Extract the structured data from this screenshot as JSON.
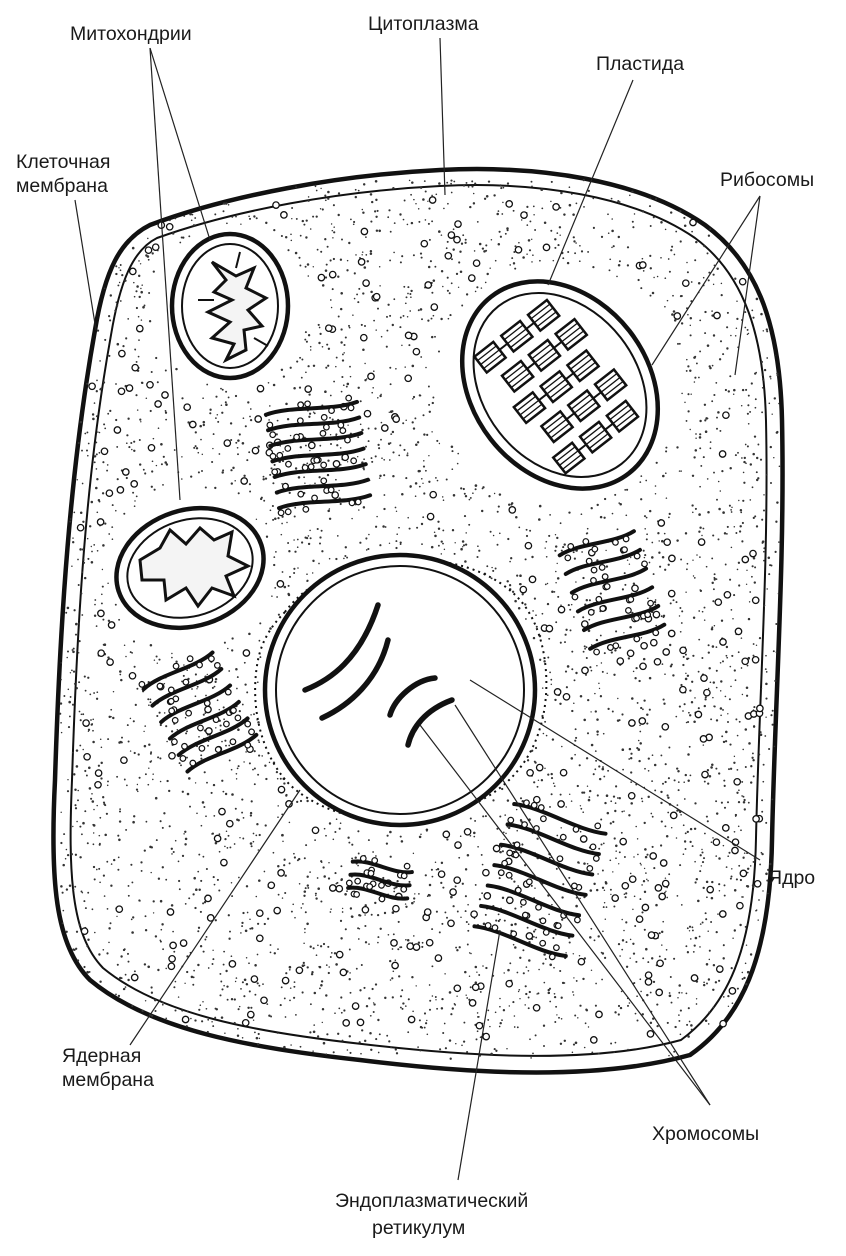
{
  "diagram": {
    "labels": {
      "mitochondria": "Митохондрии",
      "cytoplasm": "Цитоплазма",
      "plastid": "Пластида",
      "cell_membrane_1": "Клеточная",
      "cell_membrane_2": "мембрана",
      "ribosomes": "Рибосомы",
      "nucleus": "Ядро",
      "nuclear_membrane_1": "Ядерная",
      "nuclear_membrane_2": "мембрана",
      "chromosomes": "Хромосомы",
      "er_1": "Эндоплазматический",
      "er_2": "ретикулум"
    }
  }
}
